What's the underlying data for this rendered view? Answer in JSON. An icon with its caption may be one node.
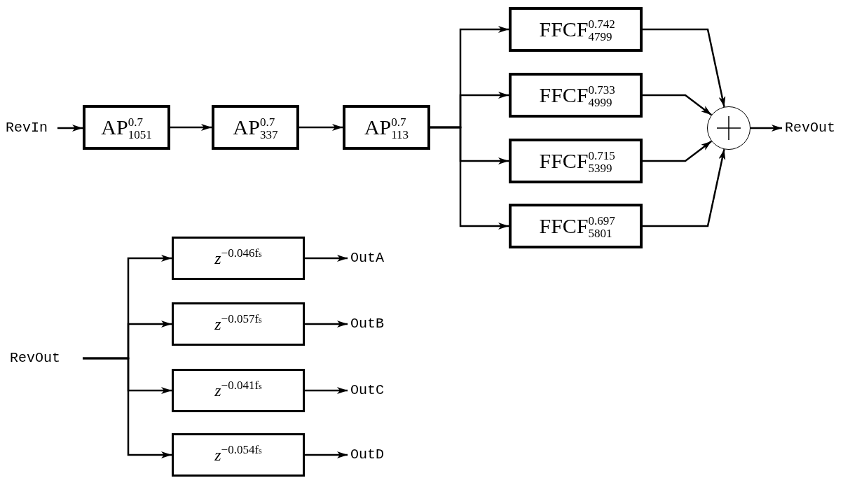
{
  "diagram": {
    "nodes": [
      {
        "text": [
          "RevIn"
        ]
      },
      {
        "text": [
          "AP$^{0.7}$$_{1051}$"
        ]
      },
      {
        "text": [
          "AP$^{0.7}$$_{337}$"
        ]
      },
      {
        "text": [
          "AP$^{0.7}$$_{113}$"
        ]
      },
      {
        "text": [
          "FFCF$^{0.742}$$_{4799}$"
        ]
      },
      {
        "text": [
          "FFCF$^{0.733}$$_{4999}$"
        ]
      },
      {
        "text": [
          "FFCF$^{0.715}$$_{5399}$"
        ]
      },
      {
        "text": [
          "FFCF$^{0.697}$$_{5801}$"
        ]
      },
      {
        "text": [],
        "shape": "circle"
      },
      {
        "text": [
          "RevOut"
        ]
      },
      {
        "text": [
          "RevOut"
        ]
      },
      {
        "text": [
          "*z*$^{−0.046f}$$_{s}$"
        ]
      },
      {
        "text": [
          "*z*$^{−0.057f}$$_{s}$"
        ]
      },
      {
        "text": [
          "*z*$^{−0.041f}$$_{s}$"
        ]
      },
      {
        "text": [
          "*z*$^{−0.054f}$$_{s}$"
        ]
      },
      {
        "text": [
          "OutA"
        ]
      },
      {
        "text": [
          "OutB"
        ]
      },
      {
        "text": [
          "OutC"
        ]
      },
      {
        "text": [
          "OutD"
        ]
      }
    ],
    "edges": [
      {
        "from": 0,
        "to": 1,
        "arrow": "to"
      },
      {
        "from": 1,
        "to": 2,
        "arrow": "to"
      },
      {
        "from": 2,
        "to": 3,
        "arrow": "to"
      },
      {
        "from": 3,
        "to": 4,
        "arrow": "to"
      },
      {
        "from": 3,
        "to": 5,
        "arrow": "to"
      },
      {
        "from": 3,
        "to": 6,
        "arrow": "to"
      },
      {
        "from": 3,
        "to": 7,
        "arrow": "to"
      },
      {
        "from": 4,
        "to": 8,
        "arrow": "to"
      },
      {
        "from": 5,
        "to": 8,
        "arrow": "to"
      },
      {
        "from": 6,
        "to": 8,
        "arrow": "to"
      },
      {
        "from": 7,
        "to": 8,
        "arrow": "to"
      },
      {
        "from": 8,
        "to": 9,
        "arrow": "to"
      },
      {
        "from": 10,
        "to": 11,
        "arrow": "to"
      },
      {
        "from": 10,
        "to": 12,
        "arrow": "to"
      },
      {
        "from": 10,
        "to": 13,
        "arrow": "to"
      },
      {
        "from": 10,
        "to": 14,
        "arrow": "to"
      },
      {
        "from": 11,
        "to": 15,
        "arrow": "to"
      },
      {
        "from": 12,
        "to": 16,
        "arrow": "to"
      },
      {
        "from": 13,
        "to": 17,
        "arrow": "to"
      },
      {
        "from": 14,
        "to": 18,
        "arrow": "to"
      }
    ]
  }
}
